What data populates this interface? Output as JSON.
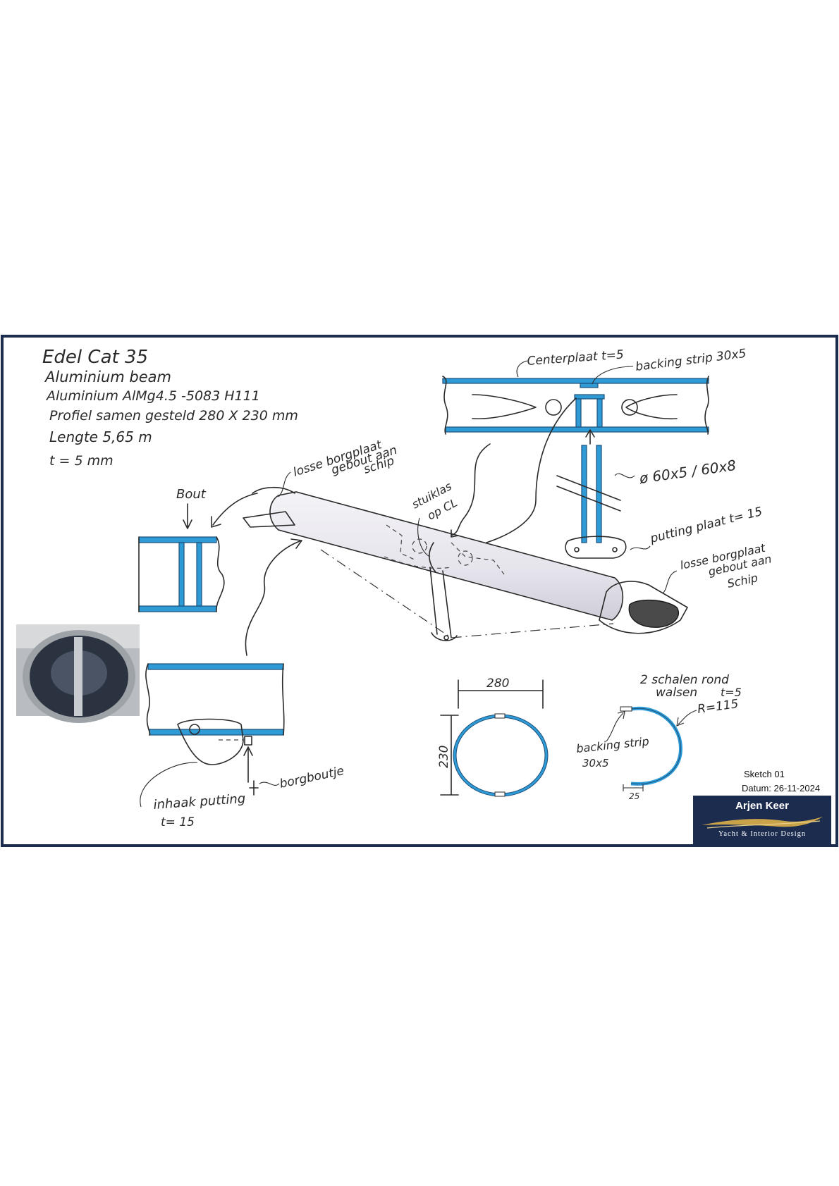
{
  "title_block": {
    "line1": "Edel Cat 35",
    "line2": "Aluminium beam",
    "line3": "Aluminium AlMg4.5 -5083 H111",
    "line4": "Profiel samen gesteld 280 X 230 mm",
    "line5": "Lengte 5,65 m",
    "line6": "t = 5 mm"
  },
  "labels": {
    "bout": "Bout",
    "losse_borgplaat_left_1": "losse borgplaat",
    "losse_borgplaat_left_2": "gebout aan",
    "losse_borgplaat_left_3": "schip",
    "stuiklas_1": "stuiklas",
    "stuiklas_2": "op CL",
    "centerplaat": "Centerplaat t=5",
    "backing_strip_top": "backing strip 30x5",
    "tube_dims": "ø 60x5 / 60x8",
    "putting_plaat": "putting plaat t= 15",
    "losse_borgplaat_right_1": "losse borgplaat",
    "losse_borgplaat_right_2": "gebout aan",
    "losse_borgplaat_right_3": "Schip",
    "inhaak_putting_1": "inhaak putting",
    "inhaak_putting_2": "t= 15",
    "borgboutje": "borgboutje",
    "dim_280": "280",
    "dim_230": "230",
    "twee_schalen_1": "2 schalen rond",
    "twee_schalen_2": "walsen",
    "twee_schalen_3": "t=5",
    "radius": "R=115",
    "backing_strip_bottom_1": "backing strip",
    "backing_strip_bottom_2": "30x5",
    "dim_25": "25"
  },
  "footer": {
    "sketch": "Sketch 01",
    "date": "Datum: 26-11-2024"
  },
  "logo": {
    "name": "Arjen Keer",
    "subtitle": "Yacht & Interior Design"
  },
  "colors": {
    "frame": "#1c2c4f",
    "accent_blue": "#2e9bd6",
    "logo_bg": "#1c2c4f",
    "logo_gold": "#c9a34a"
  }
}
